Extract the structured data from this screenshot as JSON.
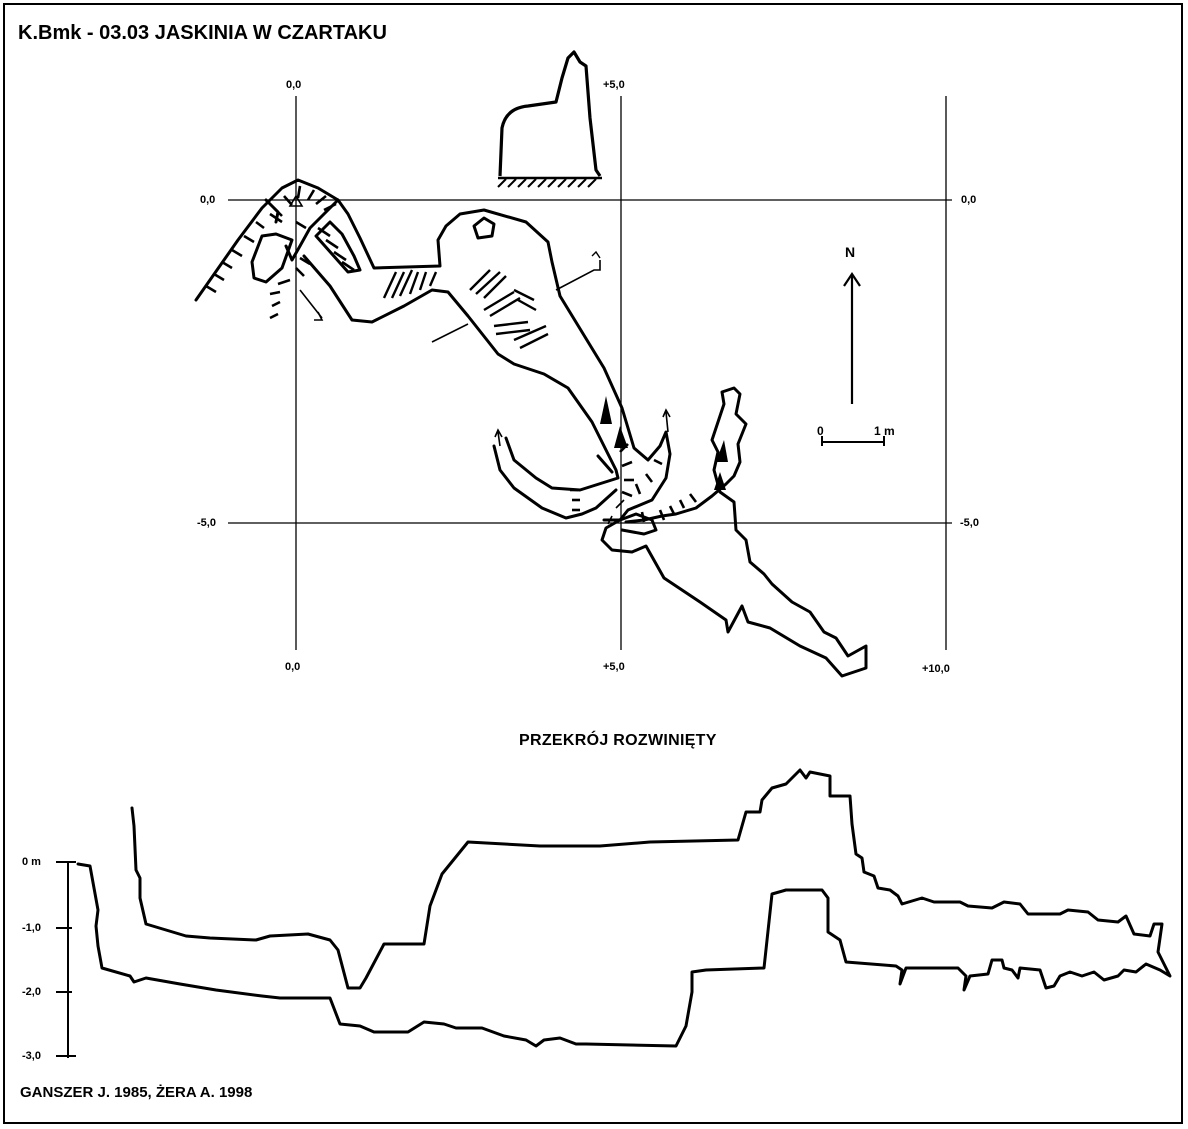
{
  "title": "K.Bmk - 03.03  JASKINIA W CZARTAKU",
  "plan": {
    "grid_labels": {
      "top_x0": "0,0",
      "top_x5": "+5,0",
      "left_y0": "0,0",
      "right_y0": "0,0",
      "left_y5": "-5,0",
      "right_y5": "-5,0",
      "bottom_x0": "0,0",
      "bottom_x5": "+5,0",
      "bottom_x10": "+10,0"
    },
    "north_label": "N",
    "scale": {
      "start": "0",
      "end": "1 m"
    }
  },
  "section": {
    "title": "PRZEKRÓJ  ROZWINIĘTY",
    "axis_labels": [
      "0 m",
      "-1,0",
      "-2,0",
      "-3,0"
    ]
  },
  "authors": "GANSZER J. 1985, ŻERA A. 1998"
}
